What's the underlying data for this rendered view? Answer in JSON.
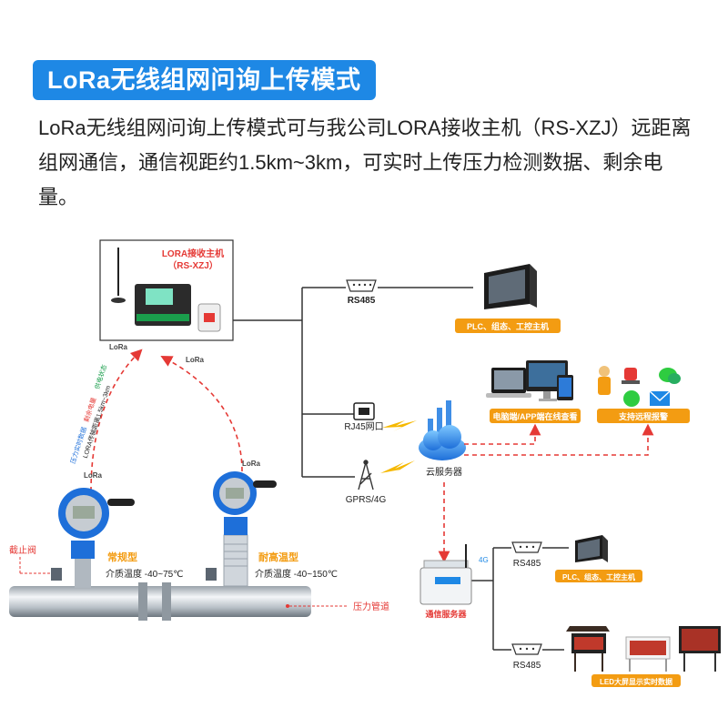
{
  "header": {
    "title": "LoRa无线组网问询上传模式",
    "description": "LoRa无线组网问询上传模式可与我公司LORA接收主机（RS-XZJ）远距离组网通信，通信视距约1.5km~3km，可实时上传压力检测数据、剩余电量。"
  },
  "receiver": {
    "name": "LORA接收主机",
    "model": "（RS-XZJ）"
  },
  "lora_badge": "LoRa",
  "uplink_labels": {
    "line1_a": "压力实时数据",
    "line1_b": "剩余电量",
    "line1_c": "供电状态",
    "line2": "LORA传输距离1.5km~3km"
  },
  "interfaces": {
    "rs485_top": "RS485",
    "rj45": "RJ45网口",
    "gprs": "GPRS/4G",
    "rs485_mid": "RS485",
    "rs485_bottom": "RS485"
  },
  "labels": {
    "plc_top": "PLC、组态、工控主机",
    "pc_app": "电脑端/APP端在线查看",
    "remote_alarm": "支持远程报警",
    "cloud": "云服务器",
    "gateway": "通信服务器",
    "plc_mid": "PLC、组态、工控主机",
    "led": "LED大屏显示实时数据",
    "four_g": "4G"
  },
  "transmitters": [
    {
      "type": "常规型",
      "temp": "介质温度 -40~75℃"
    },
    {
      "type": "耐高温型",
      "temp": "介质温度 -40~150℃"
    }
  ],
  "pipe_labels": {
    "valve": "截止阀",
    "pipe": "压力管道"
  },
  "colors": {
    "accent_blue": "#1e88e5",
    "orange": "#f39c12",
    "red_dash": "#e53935"
  }
}
